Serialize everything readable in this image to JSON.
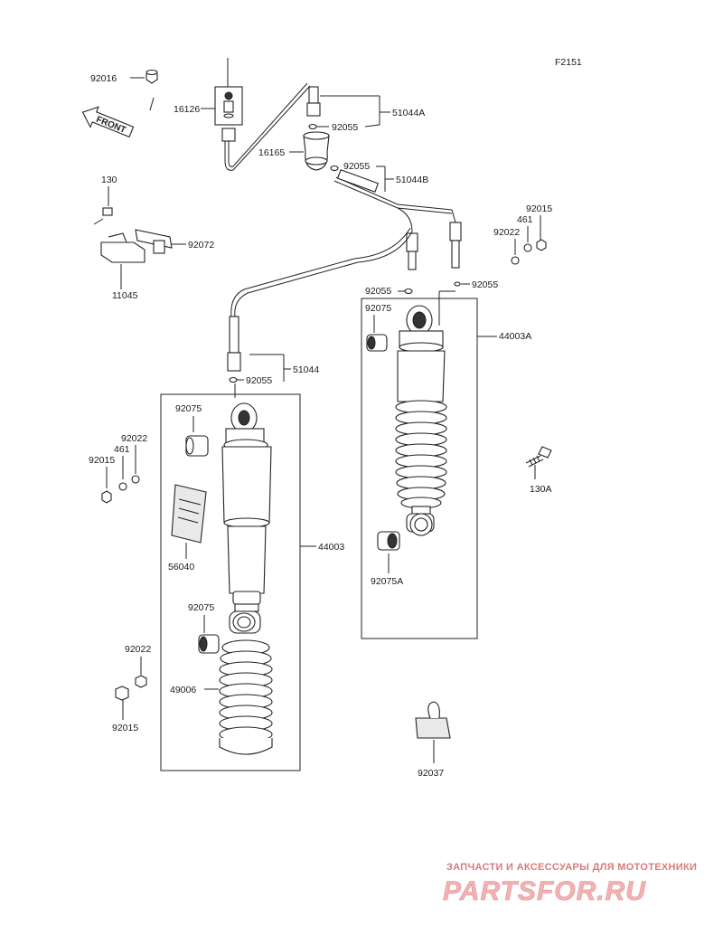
{
  "diagram_code": "F2151",
  "front_label": "FRONT",
  "parts": {
    "p92016": "92016",
    "p16126": "16126",
    "p51044A": "51044A",
    "p92055_a": "92055",
    "p16165": "16165",
    "p92055_b": "92055",
    "p51044B": "51044B",
    "p130": "130",
    "p92072": "92072",
    "p11045": "11045",
    "p92015_r": "92015",
    "p461_r": "461",
    "p92022_r": "92022",
    "p92055_c": "92055",
    "p92055_d": "92055",
    "p92075_r": "92075",
    "p44003A": "44003A",
    "p51044": "51044",
    "p92055_e": "92055",
    "p92075_l": "92075",
    "p92022_l": "92022",
    "p461_l": "461",
    "p92015_l": "92015",
    "p56040": "56040",
    "p44003": "44003",
    "p130A": "130A",
    "p92075A": "92075A",
    "p92075_l2": "92075",
    "p92022_l2": "92022",
    "p49006": "49006",
    "p92015_l2": "92015",
    "p92037": "92037"
  },
  "watermark": {
    "tagline": "ЗАПЧАСТИ И АКСЕССУАРЫ ДЛЯ МОТОТЕХНИКИ",
    "brand": "PARTSFOR.RU"
  }
}
